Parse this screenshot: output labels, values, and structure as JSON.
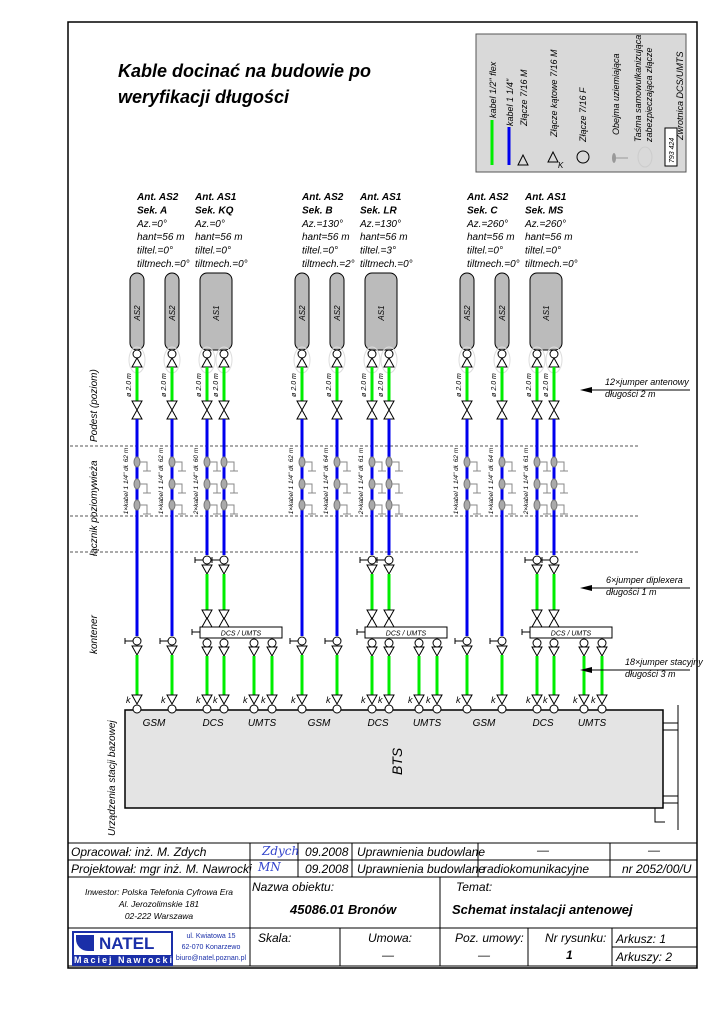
{
  "title": [
    "Kable docinać na budowie po",
    "weryfikacji długości"
  ],
  "legend": {
    "items": [
      "kabel 1/2\" flex",
      "kabel 1 1/4\"",
      "Złącze 7/16 M",
      "Złącze kątowe 7/16 M",
      "Złącze 7/16 F",
      "Obejma uziemiająca",
      "Taśma samowulkanizująca",
      "zabezpieczająca złącze",
      "Zwrotnica DCS/UMTS"
    ],
    "diplexer_code": "793 424",
    "angle_mark": "K",
    "colors": {
      "flex": "#00ee00",
      "main": "#0000ee"
    }
  },
  "sections": [
    "Podest (poziom)",
    "wieża",
    "łącznik poziomy",
    "kontener",
    "Urządzenia stacji bazowej"
  ],
  "groups": [
    {
      "antennas": [
        {
          "lines": [
            "Ant.  AS2",
            "Sek. A",
            "Az.=0°",
            "hant=56 m",
            "tiltel.=0°",
            "tiltmech.=0°"
          ],
          "label": "AS2"
        },
        {
          "lines": [
            "Ant.  AS1",
            "Sek. KQ",
            "Az.=0°",
            "hant=56 m",
            "tiltel.=0°",
            "tiltmech.=0°"
          ],
          "label": "AS1"
        }
      ],
      "cables": [
        "1×kabel 1 1/4\" dł. 62  m",
        "1×kabel 1 1/4\" dł. 62  m",
        "2×kabel 1 1/4\" dł. 60  m"
      ]
    },
    {
      "antennas": [
        {
          "lines": [
            "Ant.  AS2",
            "Sek. B",
            "Az.=130°",
            "hant=56 m",
            "tiltel.=0°",
            "tiltmech.=2°"
          ],
          "label": "AS2"
        },
        {
          "lines": [
            "Ant.  AS1",
            "Sek. LR",
            "Az.=130°",
            "hant=56 m",
            "tiltel.=3°",
            "tiltmech.=0°"
          ],
          "label": "AS1"
        }
      ],
      "cables": [
        "1×kabel 1 1/4\" dł. 62  m",
        "1×kabel 1 1/4\" dł. 64  m",
        "2×kabel 1 1/4\" dł. 61  m"
      ]
    },
    {
      "antennas": [
        {
          "lines": [
            "Ant.  AS2",
            "Sek. C",
            "Az.=260°",
            "hant=56 m",
            "tiltel.=0°",
            "tiltmech.=0°"
          ],
          "label": "AS2"
        },
        {
          "lines": [
            "Ant.  AS1",
            "Sek. MS",
            "Az.=260°",
            "hant=56 m",
            "tiltel.=0°",
            "tiltmech.=0°"
          ],
          "label": "AS1"
        }
      ],
      "cables": [
        "1×kabel 1 1/4\" dł. 62  m",
        "1×kabel 1 1/4\" dł. 64  m",
        "2×kabel 1 1/4\" dł. 61  m"
      ]
    }
  ],
  "jumper_length_label": "ø 2.0  m",
  "diplexer_label": "DCS / UMTS",
  "k_label": "k",
  "bts": {
    "label": "BTS",
    "ports": [
      "GSM",
      "DCS",
      "UMTS"
    ]
  },
  "notes": [
    [
      "12×jumper antenowy",
      "długości 2 m"
    ],
    [
      "6×jumper diplexera",
      "długości 1 m"
    ],
    [
      "18×jumper stacyjny",
      "długości 3 m"
    ]
  ],
  "title_block": {
    "prepared": "Opracował: inż. M. Zdych",
    "designed": "Projektował: mgr inż. M. Nawrocki",
    "sig1": "Zdych",
    "sig2": "MN",
    "date1": "09.2008",
    "date2": "09.2008",
    "perm1": "Uprawnienia budowlane",
    "perm2": "Uprawnienia budowlane",
    "dash": "—",
    "radio": "radiokomunikacyjne",
    "permno": "nr 2052/00/U",
    "investor": [
      "Inwestor: Polska Telefonia Cyfrowa Era",
      "Al. Jerozolimskie 181",
      "02-222 Warszawa"
    ],
    "object_label": "Nazwa obiektu:",
    "object": "45086.01 Bronów",
    "topic_label": "Temat:",
    "topic": "Schemat instalacji antenowej",
    "logo": "NATEL",
    "logo_sub": "Maciej Nawrocki",
    "address": [
      "ul. Kwiatowa 15",
      "62-070 Konarzewo",
      "biuro@natel.poznan.pl"
    ],
    "scale_label": "Skala:",
    "contract_label": "Umowa:",
    "contract": "—",
    "pos_label": "Poz. umowy:",
    "pos": "—",
    "drawing_label": "Nr rysunku:",
    "drawing": "1",
    "sheet": "Arkusz: 1",
    "sheets": "Arkuszy: 2"
  }
}
